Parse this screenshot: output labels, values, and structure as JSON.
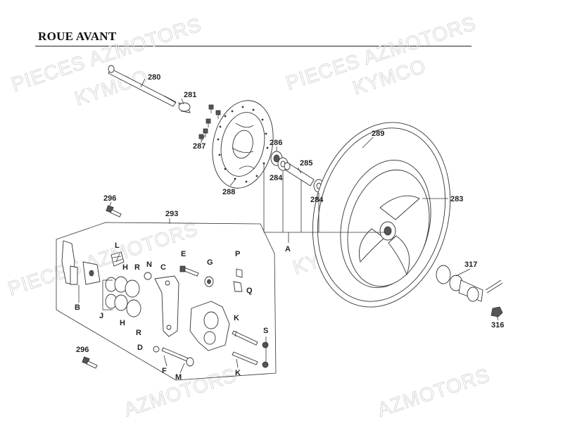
{
  "title": "ROUE AVANT",
  "watermarks": [
    "PIECES AZMOTORS",
    "KYMCO",
    "PIECES AZMOTORS",
    "KYMCO",
    "PIECES AZMOTORS",
    "KYMCO",
    "AZMOTORS",
    "AZMOTORS"
  ],
  "callouts": {
    "p280": "280",
    "p281": "281",
    "p287": "287",
    "p288": "288",
    "p286": "286",
    "p284a": "284",
    "p285": "285",
    "p284b": "284",
    "p289": "289",
    "p283": "283",
    "pA": "A",
    "p296a": "296",
    "p293": "293",
    "pL": "L",
    "pH1": "H",
    "pN": "N",
    "pC": "C",
    "pE": "E",
    "pG": "G",
    "pP": "P",
    "pQ": "Q",
    "pB": "B",
    "pJ": "J",
    "pR1": "R",
    "pR2": "R",
    "pH2": "H",
    "pK1": "K",
    "pS": "S",
    "pD": "D",
    "pF": "F",
    "pM": "M",
    "pK2": "K",
    "p296b": "296",
    "p317": "317",
    "p316": "316"
  }
}
